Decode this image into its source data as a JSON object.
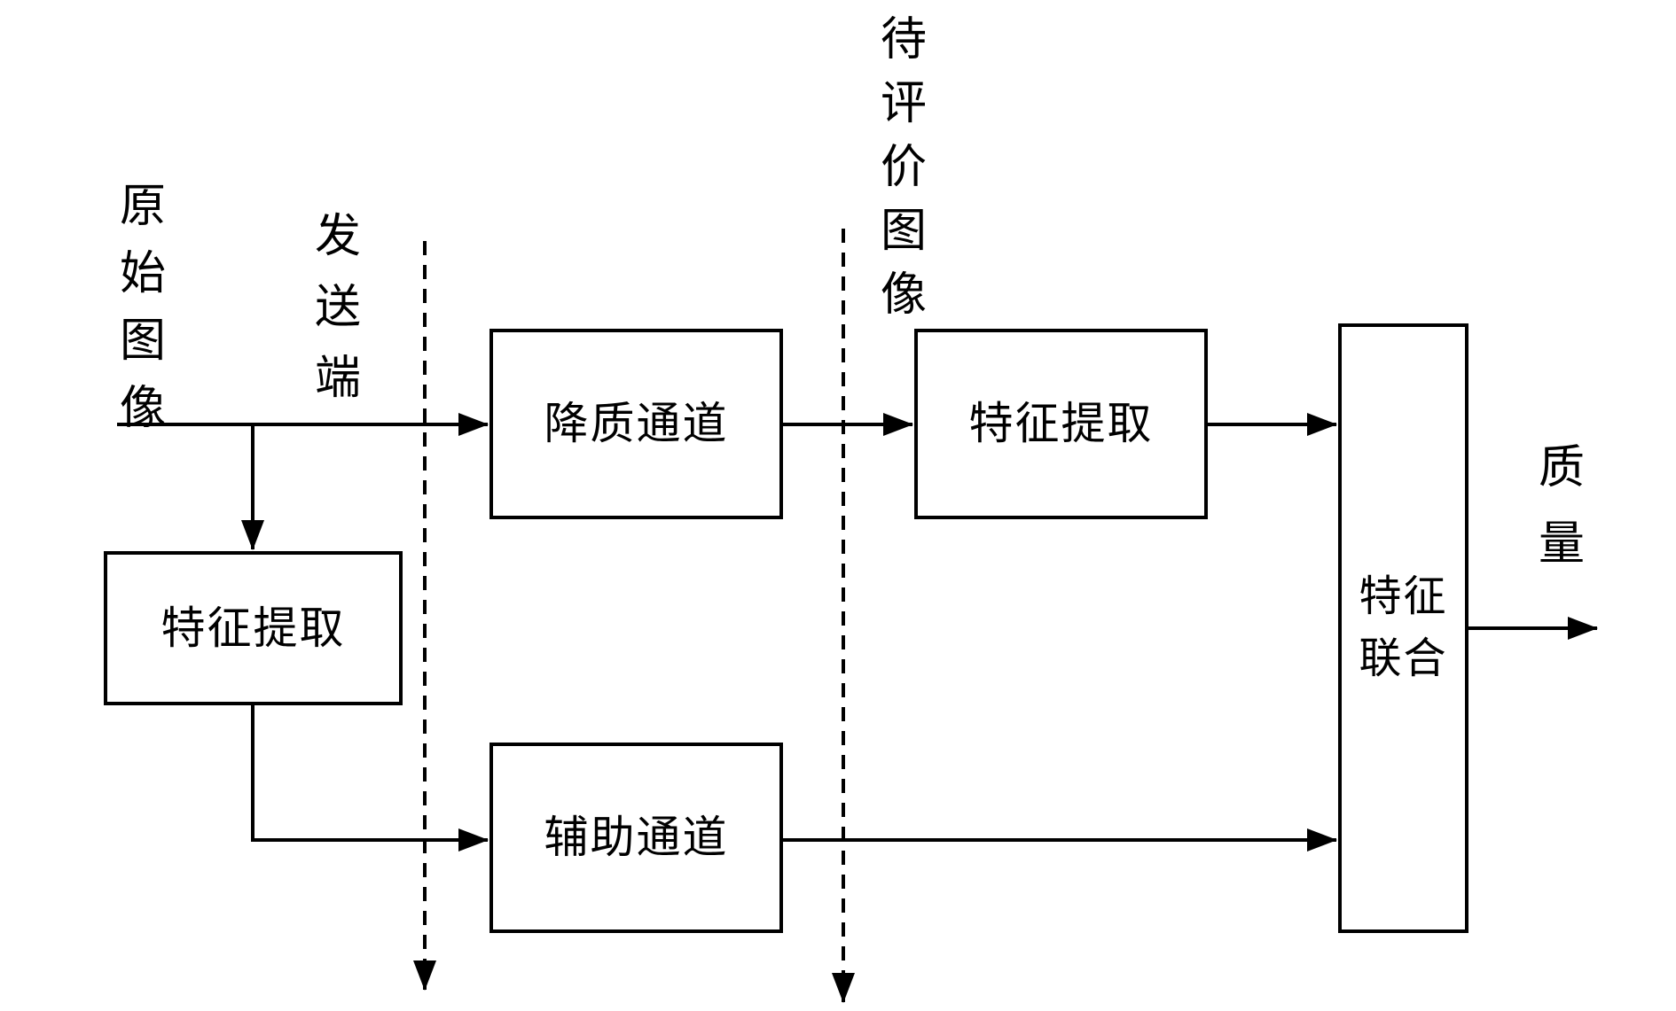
{
  "diagram": {
    "title": "reduced-reference image quality assessment flow",
    "labels": {
      "original_image": "原\n始\n图\n像",
      "sender_side": "发\n送\n端",
      "image_under_evaluation": "待\n评\n价\n图\n像",
      "quality": "质\n量"
    },
    "boxes": {
      "degradation_channel": "降质通道",
      "feature_extraction_distorted": "特征提取",
      "feature_extraction_reference": "特征提取",
      "auxiliary_channel": "辅助通道",
      "feature_combination": "特征\n联合"
    },
    "colors": {
      "line": "#000000",
      "background": "#ffffff"
    }
  }
}
